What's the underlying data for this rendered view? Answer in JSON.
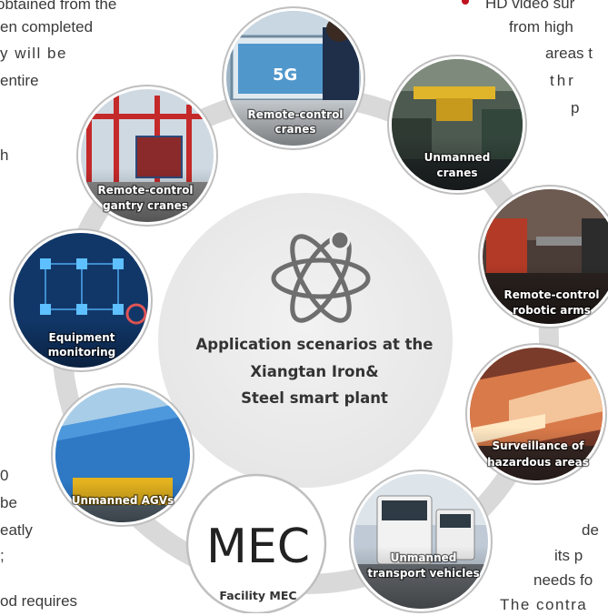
{
  "left_text": [
    "obtained from the",
    "en completed",
    "y will be",
    " entire",
    "h",
    "0",
    "be",
    "eatly",
    ";",
    "od requires"
  ],
  "right_text": [
    "HD video sur",
    "from high",
    "areas t",
    "thr",
    "p",
    "de",
    "its p",
    "needs fo",
    "The contra"
  ],
  "bullet_color": "#c0121f",
  "center": {
    "title_lines": [
      "Application scenarios at the",
      "Xiangtan Iron&",
      "Steel smart plant"
    ],
    "icon": "atom-icon"
  },
  "nodes": [
    {
      "id": "remote-control-cranes",
      "caption": [
        "Remote-control",
        "cranes"
      ],
      "theme": "5g-control-room",
      "badge": "5G"
    },
    {
      "id": "unmanned-cranes",
      "caption": [
        "Unmanned",
        "cranes"
      ],
      "theme": "steel-workshop"
    },
    {
      "id": "remote-control-robotic-arms",
      "caption": [
        "Remote-control",
        "robotic arms"
      ],
      "theme": "furnace-robot"
    },
    {
      "id": "surveillance-of-hazardous-areas",
      "caption": [
        "Surveillance of",
        "hazardous areas"
      ],
      "theme": "hot-steel"
    },
    {
      "id": "unmanned-transport-vehicles",
      "caption": [
        "Unmanned",
        "transport vehicles"
      ],
      "theme": "trucks"
    },
    {
      "id": "facility-mec",
      "caption": [
        "Facility MEC"
      ],
      "theme": "mec",
      "big_label": "MEC"
    },
    {
      "id": "unmanned-agvs",
      "caption": [
        "Unmanned AGVs"
      ],
      "theme": "blue-warehouse"
    },
    {
      "id": "equipment-monitoring",
      "caption": [
        "Equipment",
        "monitoring"
      ],
      "theme": "dashboard"
    },
    {
      "id": "remote-control-gantry-cranes",
      "caption": [
        "Remote-control",
        "gantry cranes"
      ],
      "theme": "port-cranes"
    }
  ]
}
